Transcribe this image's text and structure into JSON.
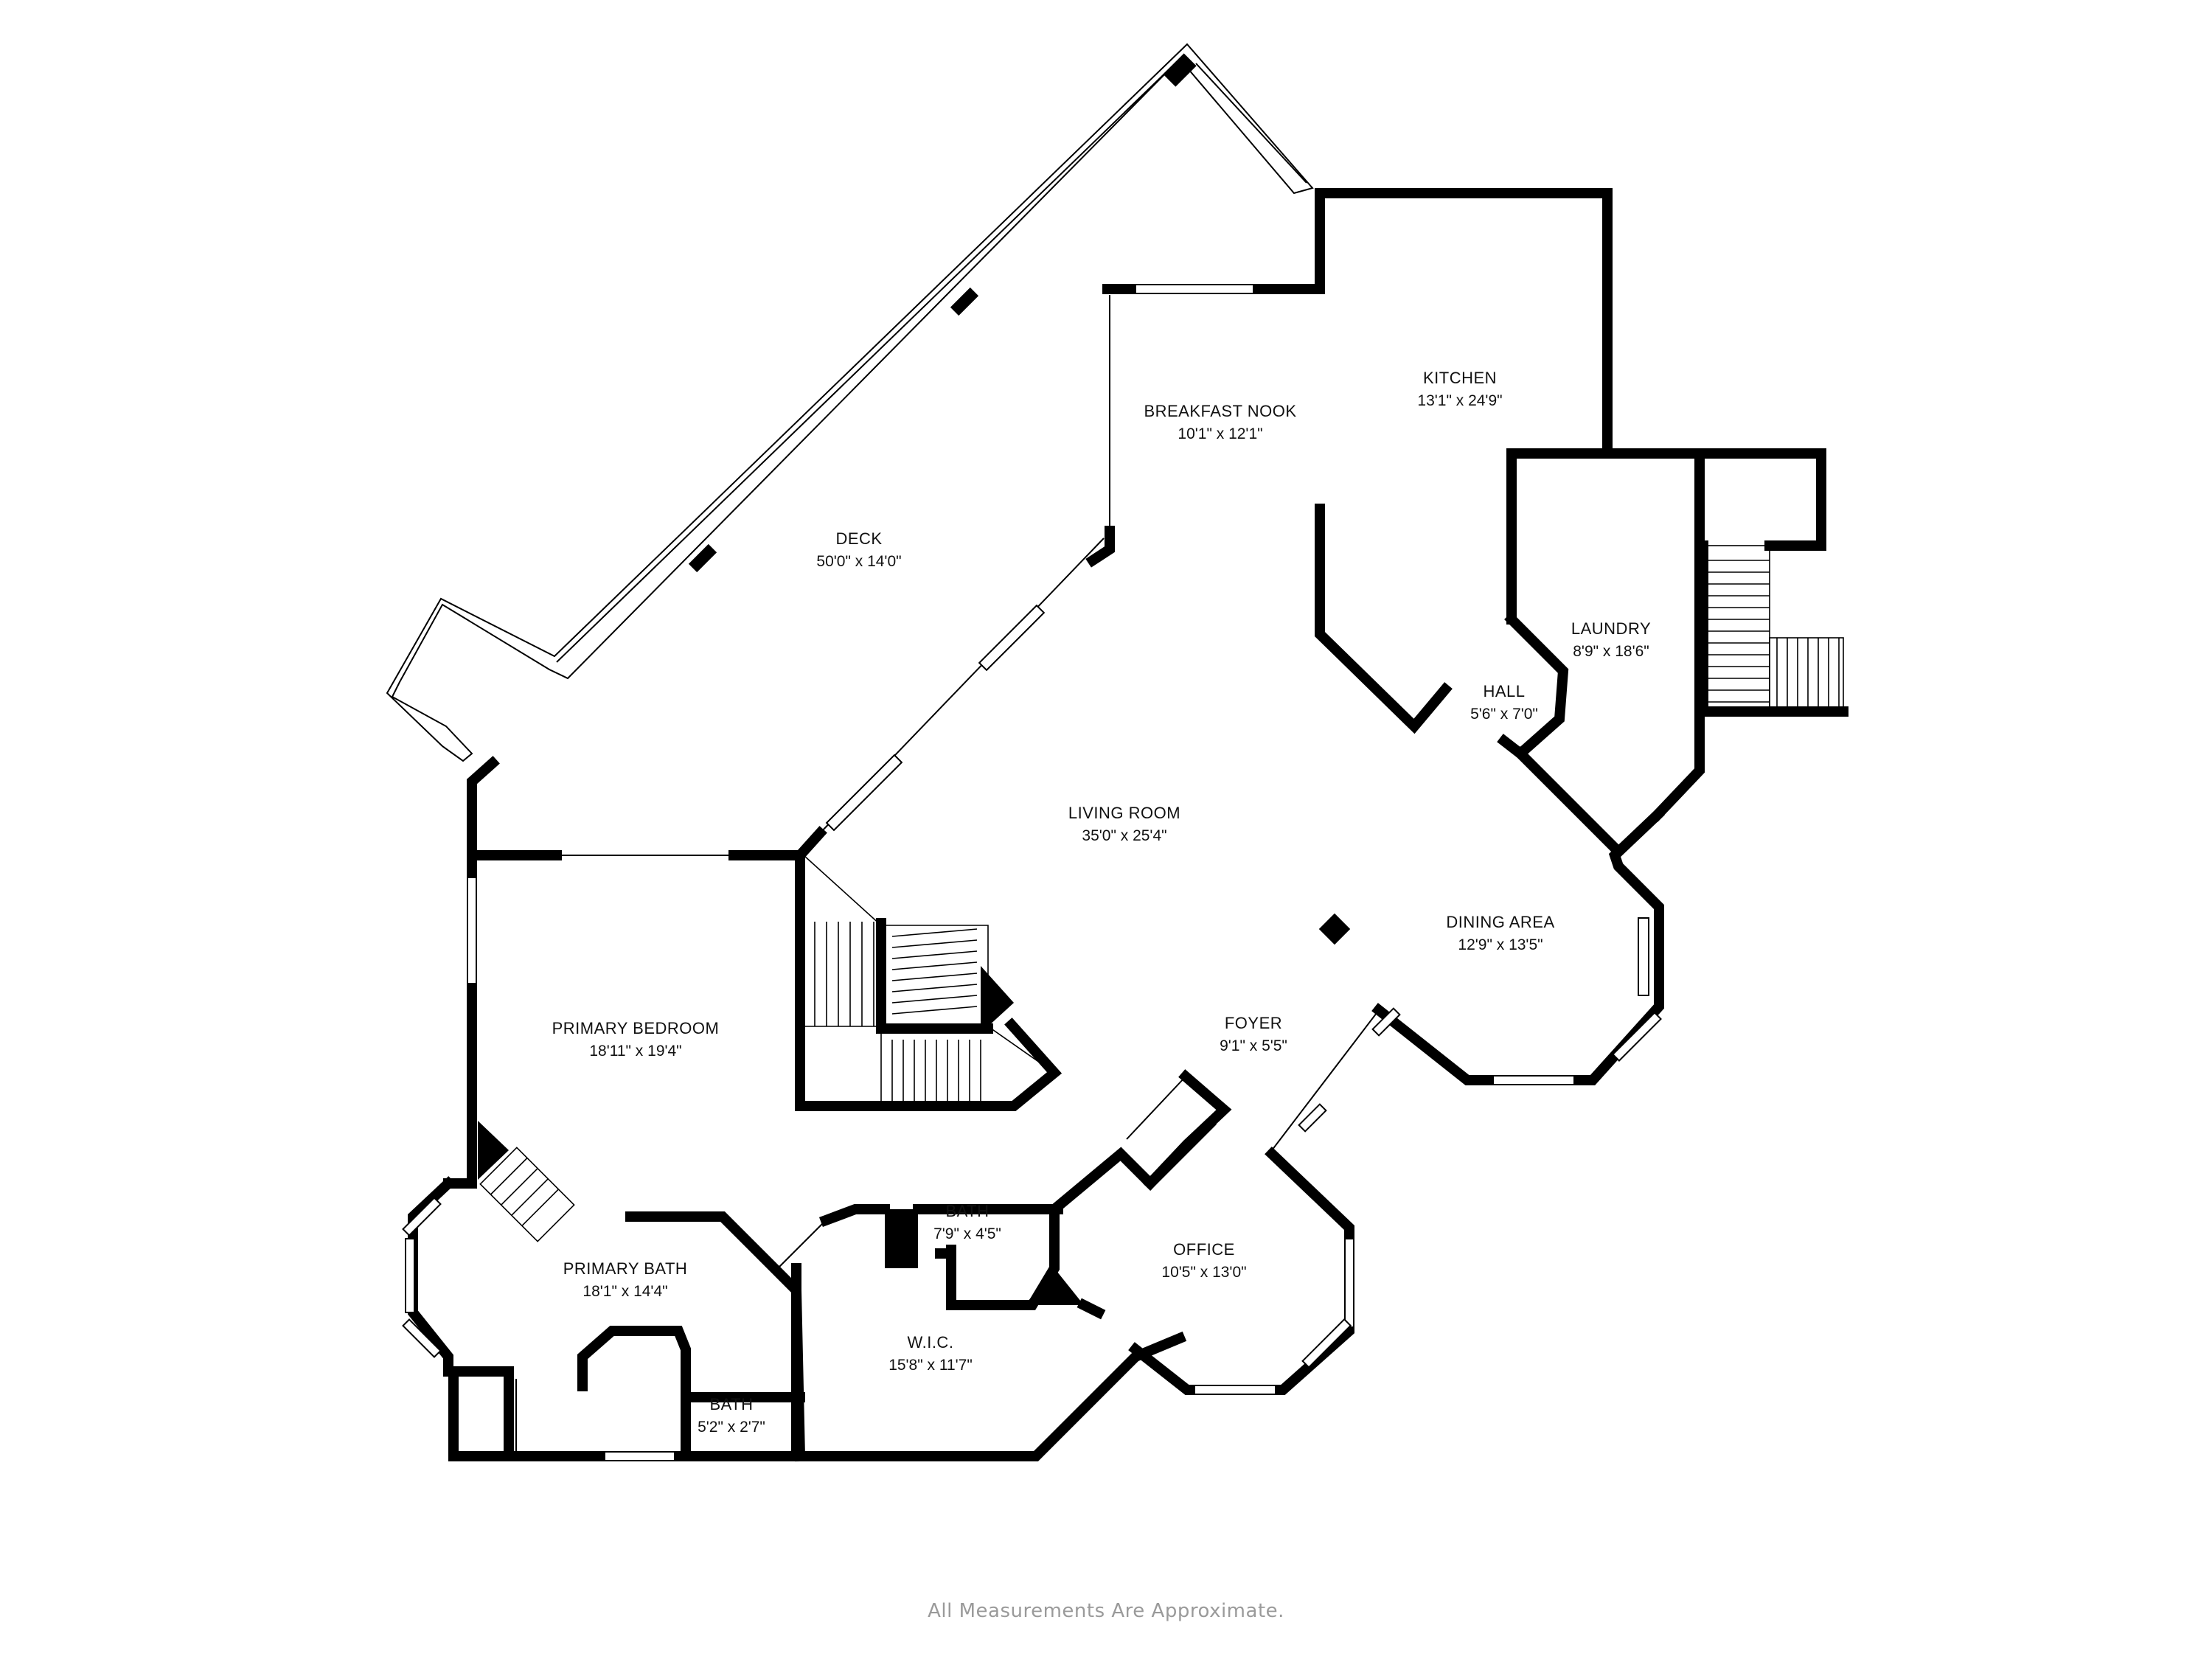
{
  "rooms": [
    {
      "name": "DECK",
      "dims": "50'0\" x 14'0\""
    },
    {
      "name": "BREAKFAST NOOK",
      "dims": "10'1\" x 12'1\""
    },
    {
      "name": "KITCHEN",
      "dims": "13'1\" x 24'9\""
    },
    {
      "name": "LAUNDRY",
      "dims": "8'9\" x 18'6\""
    },
    {
      "name": "HALL",
      "dims": "5'6\" x 7'0\""
    },
    {
      "name": "LIVING ROOM",
      "dims": "35'0\" x 25'4\""
    },
    {
      "name": "DINING AREA",
      "dims": "12'9\" x 13'5\""
    },
    {
      "name": "FOYER",
      "dims": "9'1\" x 5'5\""
    },
    {
      "name": "PRIMARY BEDROOM",
      "dims": "18'11\" x 19'4\""
    },
    {
      "name": "BATH",
      "dims": "7'9\" x 4'5\""
    },
    {
      "name": "OFFICE",
      "dims": "10'5\" x 13'0\""
    },
    {
      "name": "PRIMARY BATH",
      "dims": "18'1\" x 14'4\""
    },
    {
      "name": "W.I.C.",
      "dims": "15'8\" x 11'7\""
    },
    {
      "name": "BATH",
      "dims": "5'2\" x 2'7\""
    }
  ],
  "footer": "All Measurements Are Approximate."
}
